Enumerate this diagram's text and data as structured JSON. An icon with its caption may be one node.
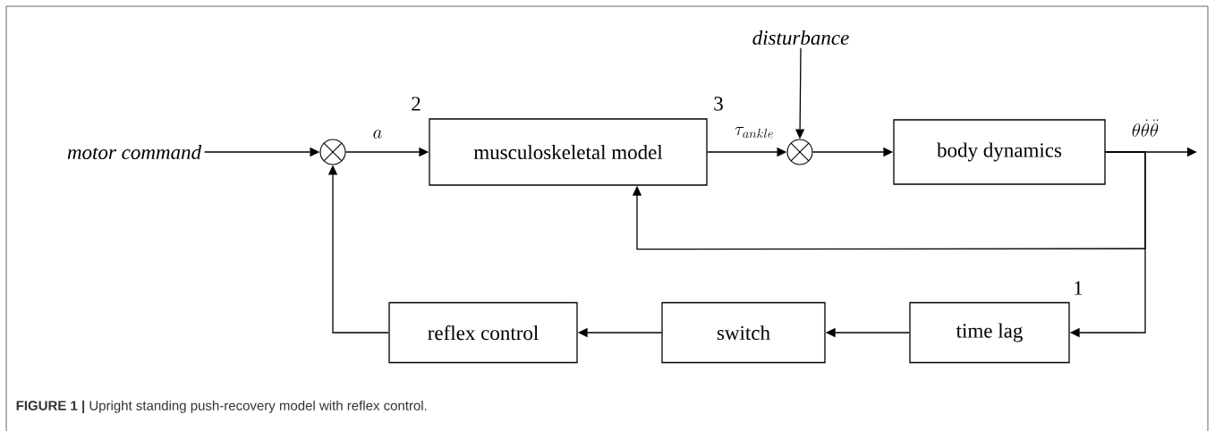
{
  "diagram": {
    "caption": "**FIGURE 1 |** Upright standing push-recovery model with reflex control.",
    "nodes": [
      {
        "text": [
          "motor command"
        ]
      },
      {
        "text": [],
        "shape": "circle"
      },
      {
        "text": [
          "musculoskeletal model"
        ]
      },
      {
        "text": [],
        "shape": "circle"
      },
      {
        "text": [
          "disturbance"
        ]
      },
      {
        "text": [
          "body dynamics"
        ]
      },
      {
        "text": [
          "time lag"
        ]
      },
      {
        "text": [
          "switch"
        ]
      },
      {
        "text": [
          "reflex control"
        ]
      }
    ],
    "edges": [
      {
        "from": 0,
        "to": 1,
        "arrow": "to"
      },
      {
        "from": 1,
        "to": 2,
        "arrow": "to",
        "label": "a"
      },
      {
        "from": 2,
        "to": 3,
        "arrow": "to",
        "label": "\\tau_{ankle}"
      },
      {
        "from": 4,
        "to": 3,
        "arrow": "to"
      },
      {
        "from": 3,
        "to": 5,
        "arrow": "to"
      },
      {
        "from": 5,
        "to": null,
        "arrow": "to",
        "label": "\\theta\\dot{\\theta}\\ddot{\\theta}"
      },
      {
        "from": 5,
        "to": 2,
        "arrow": "to"
      },
      {
        "from": 5,
        "to": 6,
        "arrow": "to"
      },
      {
        "from": 6,
        "to": 7,
        "arrow": "to"
      },
      {
        "from": 7,
        "to": 8,
        "arrow": "to"
      },
      {
        "from": 8,
        "to": 1,
        "arrow": "to"
      }
    ],
    "labels": [
      "2",
      "3",
      "1"
    ]
  }
}
